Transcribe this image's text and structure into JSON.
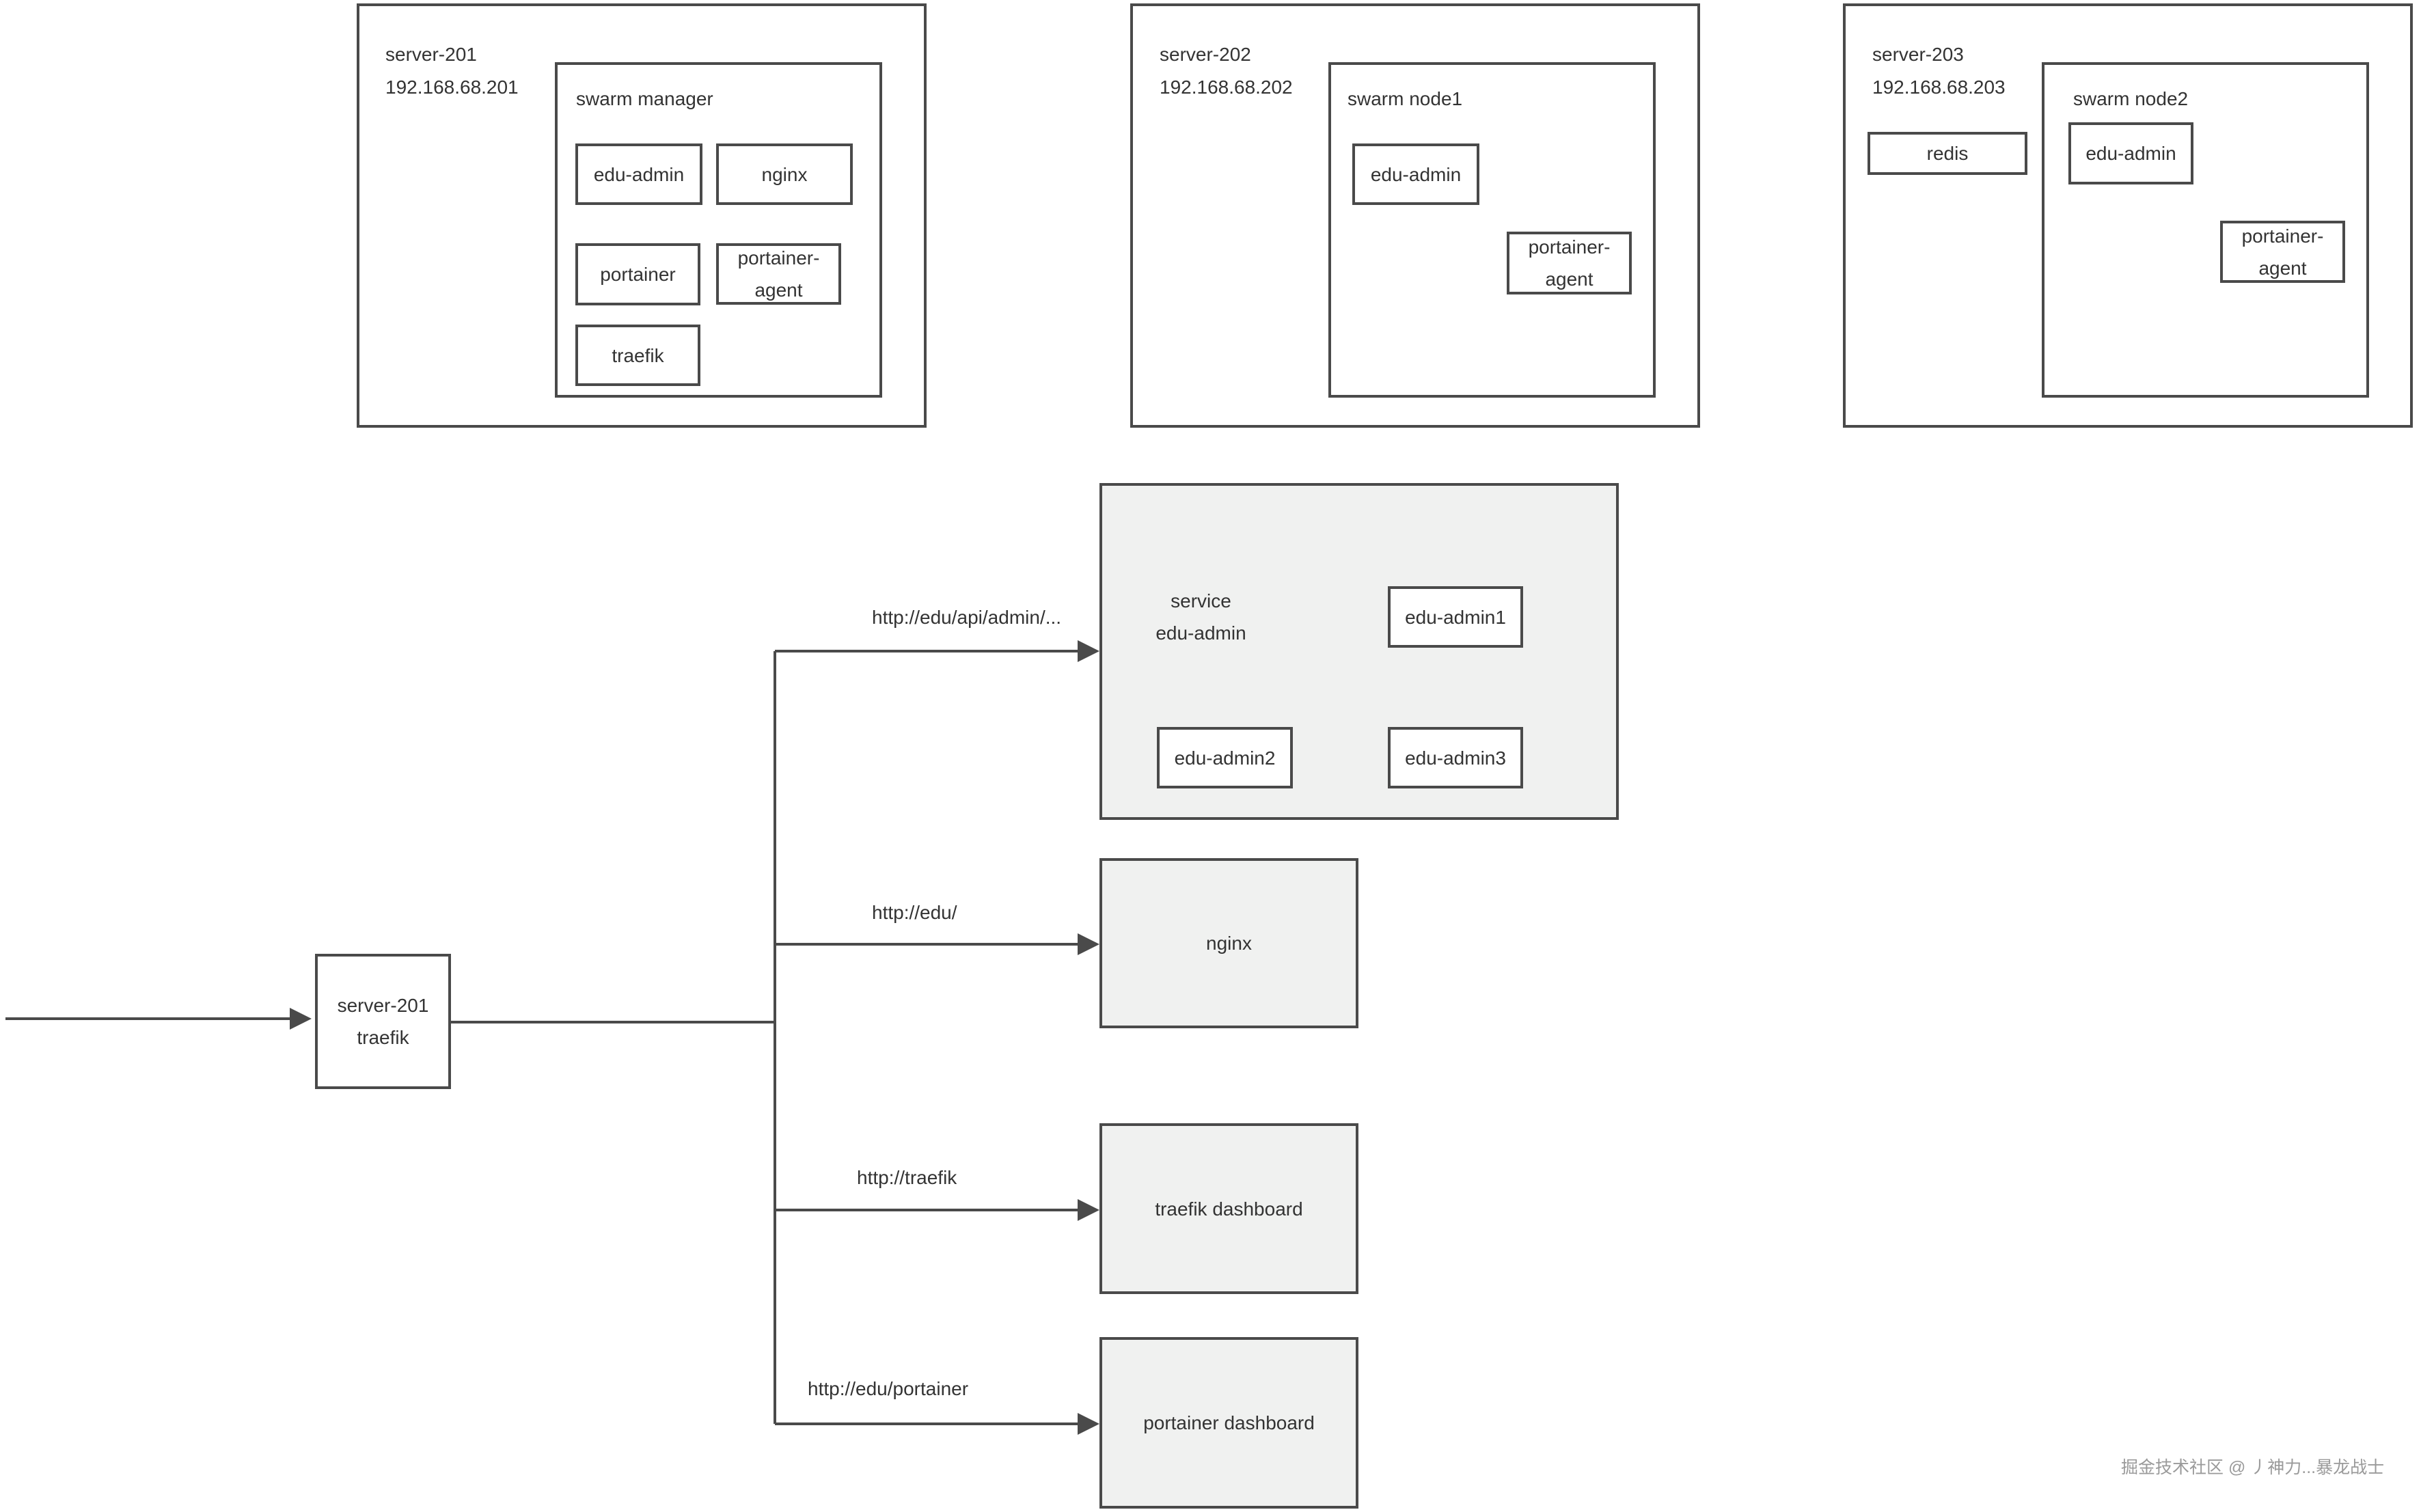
{
  "servers": [
    {
      "name": "server-201",
      "ip": "192.168.68.201",
      "role": "swarm manager",
      "containers": [
        "edu-admin",
        "nginx",
        "portainer",
        "portainer-\nagent",
        "traefik"
      ]
    },
    {
      "name": "server-202",
      "ip": "192.168.68.202",
      "role": "swarm node1",
      "containers": [
        "edu-admin",
        "portainer-\nagent"
      ]
    },
    {
      "name": "server-203",
      "ip": "192.168.68.203",
      "role": "swarm node2",
      "extra": "redis",
      "containers": [
        "edu-admin",
        "portainer-\nagent"
      ]
    }
  ],
  "gateway": {
    "label": "server-201\ntraefik"
  },
  "routes": [
    {
      "path": "http://edu/api/admin/...",
      "target": "service\nedu-admin",
      "instances": [
        "edu-admin1",
        "edu-admin2",
        "edu-admin3"
      ]
    },
    {
      "path": "http://edu/",
      "target": "nginx"
    },
    {
      "path": "http://traefik",
      "target": "traefik dashboard"
    },
    {
      "path": "http://edu/portainer",
      "target": "portainer dashboard"
    }
  ],
  "watermark": "掘金技术社区 @ 丿神力...暴龙战士"
}
